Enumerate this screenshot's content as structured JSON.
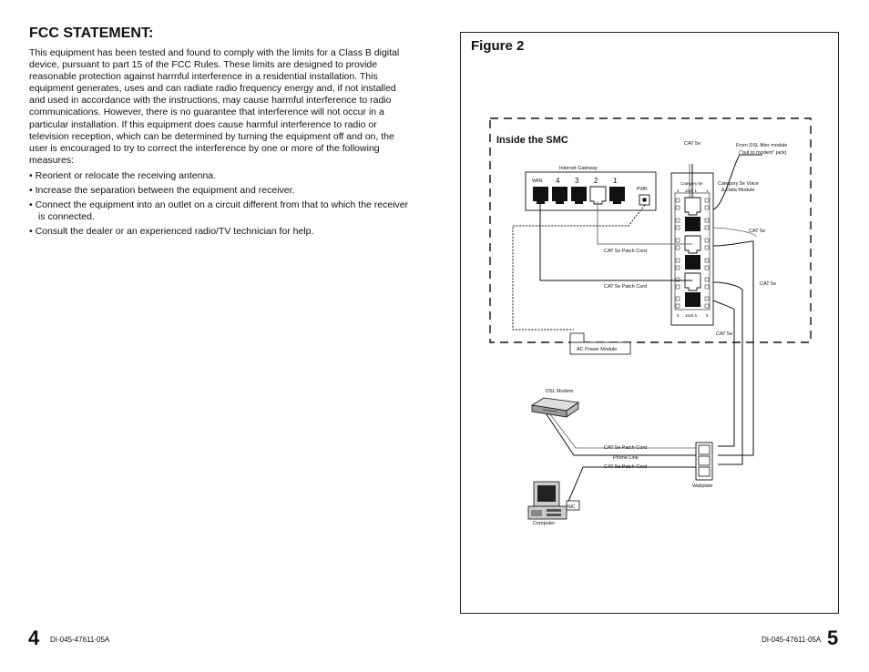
{
  "left_page": {
    "heading": "FCC STATEMENT:",
    "body": "This equipment has been tested and found to comply with the limits for a Class B digital device, pursuant to part 15 of the FCC Rules. These limits are designed to provide reasonable protection against harmful interference in a residential installation. This equipment generates, uses and can radiate radio frequency energy and, if not installed and used in accordance with the instructions, may cause harmful interference to radio communications. However, there is no guarantee that interference will not occur in a particular installation. If this equipment does cause harmful interference to radio or television reception, which can be determined by turning the equipment off and on, the user is encouraged to try to correct the interference by one or more of the following measures:",
    "bullets": [
      "• Reorient or relocate the receiving antenna.",
      "• Increase the separation between the equipment and receiver.",
      "• Connect the equipment into an outlet on a circuit different from that to which the receiver is connected.",
      "• Consult the dealer or an experienced radio/TV technician for help."
    ],
    "page_number": "4",
    "doc_id": "DI-045-47611-05A"
  },
  "right_page": {
    "figure_title": "Figure 2",
    "page_number": "5",
    "doc_id": "DI-045-47611-05A"
  },
  "diagram": {
    "smc_label": "Inside the SMC",
    "gateway_label": "Internet Gateway",
    "wan_label": "WAN",
    "port_numbers": [
      "4",
      "3",
      "2",
      "1"
    ],
    "pwr_label": "PWR",
    "module_cat_label": "Category 5e",
    "jack1_label": "Jack 1",
    "jack6_label": "Jack 6",
    "module_pin_labels": [
      "2",
      "1",
      "6",
      "5"
    ],
    "module_label_line1": "Category 5e Voice",
    "module_label_line2": "& Data Module",
    "cat5e": "CAT 5e",
    "dsl_filter_line1": "From DSL filter module",
    "dsl_filter_line2": "(\"out to modem\" jack)",
    "patch_cord": "CAT 5e Patch Cord",
    "ac_power": "AC Power Module",
    "dsl_modem": "DSL Modem",
    "phone_line": "Phone Line",
    "wallplate": "Wallplate",
    "nic": "NIC",
    "computer": "Computer"
  }
}
